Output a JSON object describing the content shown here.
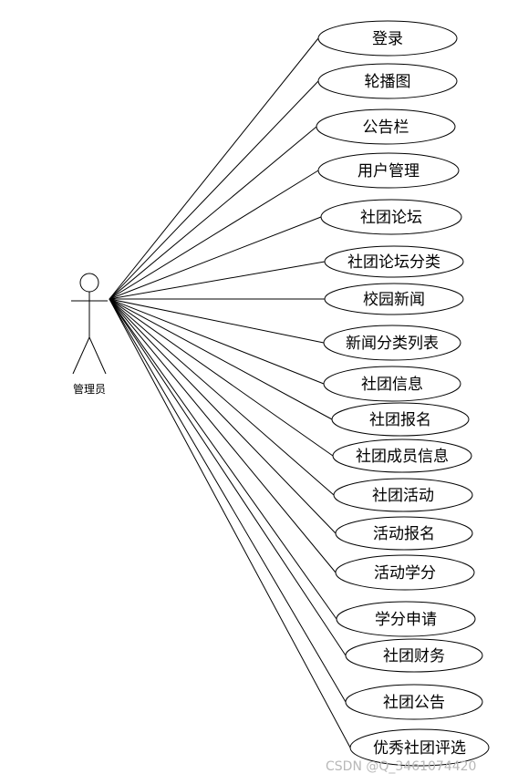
{
  "actor": {
    "label": "管理员"
  },
  "use_cases": [
    {
      "label": "登录"
    },
    {
      "label": "轮播图"
    },
    {
      "label": "公告栏"
    },
    {
      "label": "用户管理"
    },
    {
      "label": "社团论坛"
    },
    {
      "label": "社团论坛分类"
    },
    {
      "label": "校园新闻"
    },
    {
      "label": "新闻分类列表"
    },
    {
      "label": "社团信息"
    },
    {
      "label": "社团报名"
    },
    {
      "label": "社团成员信息"
    },
    {
      "label": "社团活动"
    },
    {
      "label": "活动报名"
    },
    {
      "label": "活动学分"
    },
    {
      "label": "学分申请"
    },
    {
      "label": "社团财务"
    },
    {
      "label": "社团公告"
    },
    {
      "label": "优秀社团评选"
    }
  ],
  "watermark": {
    "text": "CSDN @Q_3461074420"
  }
}
